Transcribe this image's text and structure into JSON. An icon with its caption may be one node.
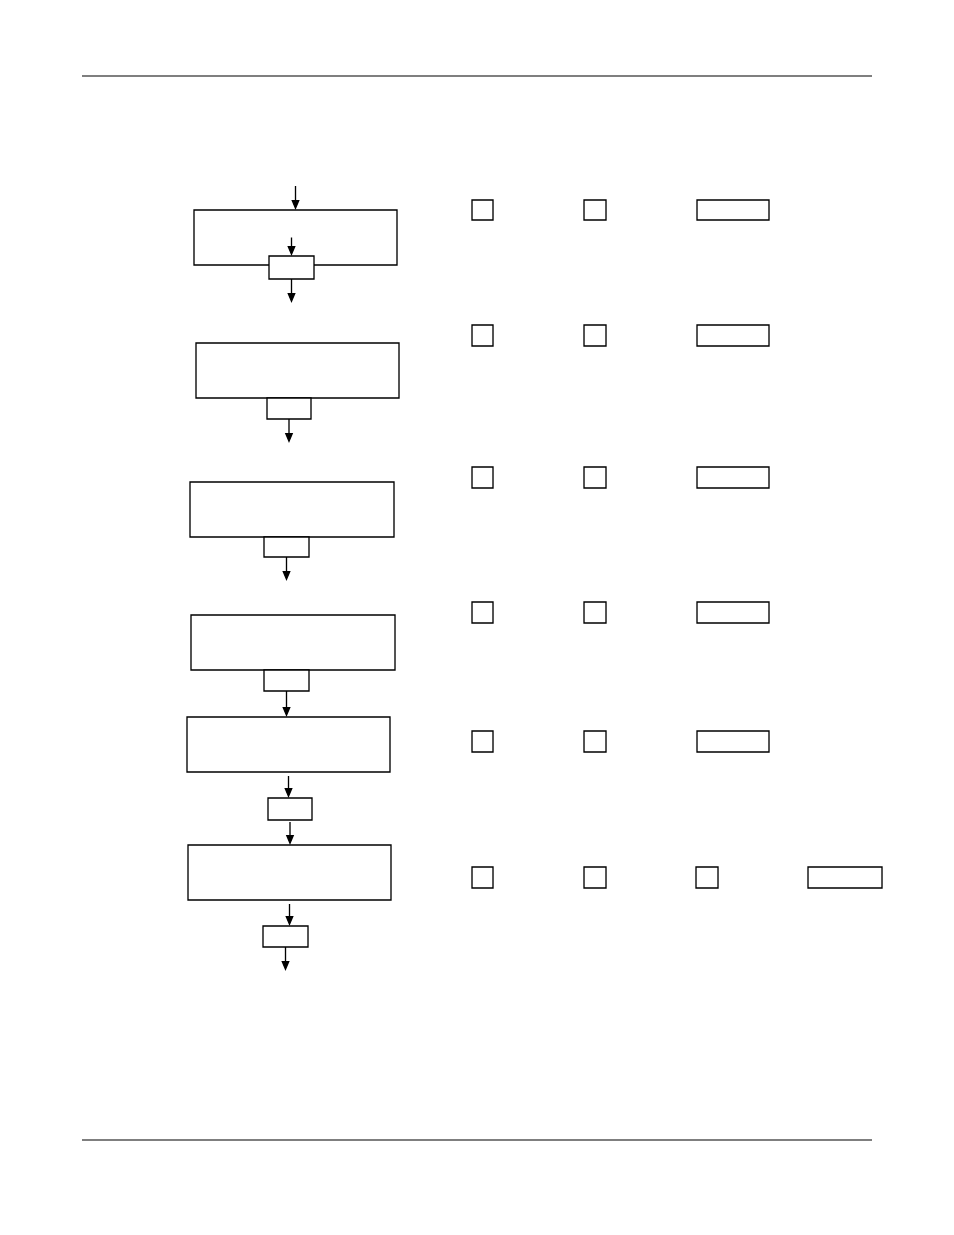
{
  "diagram": {
    "nodes": [
      {
        "text": [],
        "shape": "box"
      },
      {
        "text": [],
        "shape": "box"
      },
      {
        "text": [],
        "shape": "box"
      },
      {
        "text": [],
        "shape": "box"
      },
      {
        "text": [],
        "shape": "box"
      },
      {
        "text": [],
        "shape": "box"
      },
      {
        "text": [],
        "shape": "box"
      },
      {
        "text": [],
        "shape": "box"
      },
      {
        "text": [],
        "shape": "box"
      },
      {
        "text": [],
        "shape": "box"
      },
      {
        "text": [],
        "shape": "box"
      },
      {
        "text": [],
        "shape": "box"
      },
      {
        "text": [],
        "shape": "box"
      },
      {
        "text": [],
        "shape": "box"
      },
      {
        "text": [],
        "shape": "box"
      },
      {
        "text": [],
        "shape": "box"
      },
      {
        "text": [],
        "shape": "box"
      },
      {
        "text": [],
        "shape": "box"
      },
      {
        "text": [],
        "shape": "box"
      },
      {
        "text": [],
        "shape": "box"
      },
      {
        "text": [],
        "shape": "box"
      },
      {
        "text": [],
        "shape": "box"
      },
      {
        "text": [],
        "shape": "box"
      },
      {
        "text": [],
        "shape": "box"
      },
      {
        "text": [],
        "shape": "box"
      },
      {
        "text": [],
        "shape": "box"
      },
      {
        "text": [],
        "shape": "box"
      },
      {
        "text": [],
        "shape": "box"
      },
      {
        "text": [],
        "shape": "box"
      },
      {
        "text": [],
        "shape": "box"
      },
      {
        "text": [],
        "shape": "box"
      }
    ],
    "edges": [
      {
        "from": null,
        "to": 0,
        "arrow": "to"
      },
      {
        "from": 0,
        "to": 1,
        "arrow": "to"
      },
      {
        "from": 1,
        "to": null,
        "arrow": "to"
      },
      {
        "from": 6,
        "to": null,
        "arrow": "to"
      },
      {
        "from": 11,
        "to": null,
        "arrow": "to"
      },
      {
        "from": 16,
        "to": 20,
        "arrow": "to"
      },
      {
        "from": 20,
        "to": 21,
        "arrow": "to"
      },
      {
        "from": 21,
        "to": 25,
        "arrow": "to"
      },
      {
        "from": 25,
        "to": 26,
        "arrow": "to"
      },
      {
        "from": 26,
        "to": null,
        "arrow": "to"
      }
    ]
  }
}
